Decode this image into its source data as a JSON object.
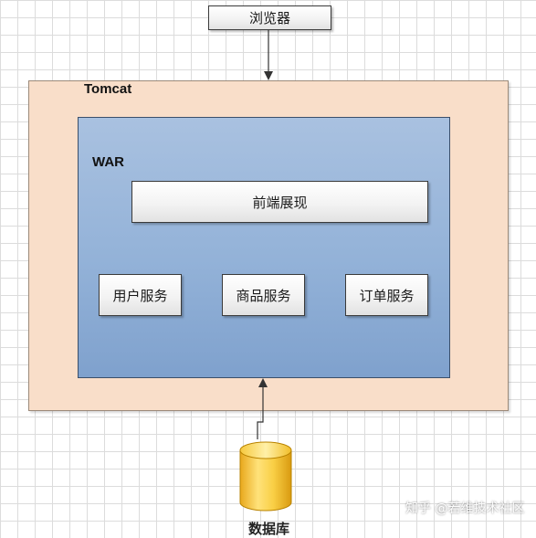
{
  "browser": {
    "label": "浏览器"
  },
  "tomcat": {
    "label": "Tomcat"
  },
  "war": {
    "label": "WAR"
  },
  "frontend": {
    "label": "前端展现"
  },
  "services": {
    "user": "用户服务",
    "product": "商品服务",
    "order": "订单服务"
  },
  "database": {
    "label": "数据库"
  },
  "watermark": {
    "text": "知乎 @若维技术社区"
  },
  "colors": {
    "tomcat_fill": "#f9dec9",
    "war_fill": "#93b2d8",
    "database_fill": "#f7c84a",
    "box_fill": "#f3f3f3"
  }
}
